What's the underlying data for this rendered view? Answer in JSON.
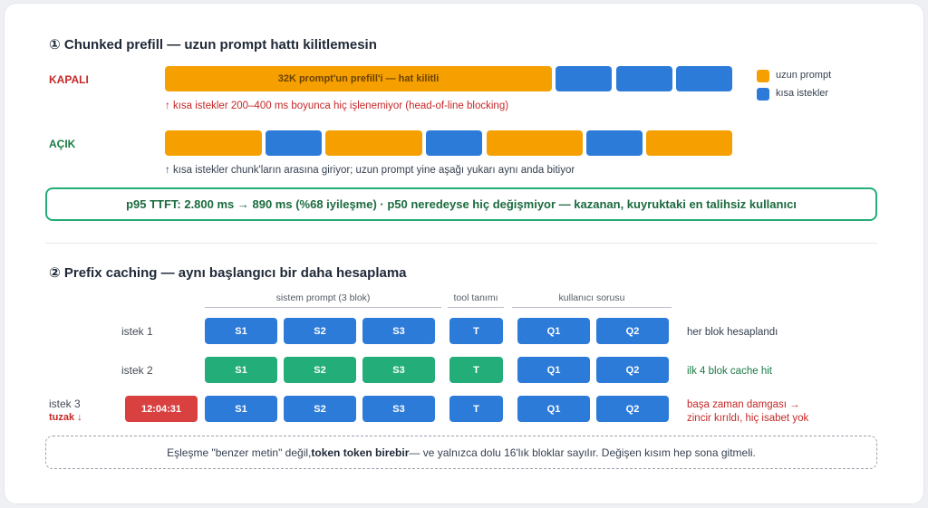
{
  "section1": {
    "title": "① Chunked prefill — uzun prompt hattı kilitlemesin",
    "off": {
      "label": "KAPALI",
      "long_bar_label": "32K prompt'un prefill'i — hat kilitli",
      "note": "↑ kısa istekler 200–400 ms boyunca hiç işlenemiyor (head-of-line blocking)"
    },
    "on": {
      "label": "AÇIK",
      "note": "↑ kısa istekler chunk'ların arasına giriyor; uzun prompt yine aşağı yukarı aynı anda bitiyor"
    },
    "legend": [
      {
        "label": "uzun prompt",
        "color": "#f5a000"
      },
      {
        "label": "kısa istekler",
        "color": "#2d7bd8"
      }
    ],
    "result": "p95 TTFT: 2.800 ms → 890 ms (%68 iyileşme) · p50 neredeyse hiç değişmiyor — kazanan, kuyruktaki en talihsiz kullanıcı"
  },
  "section2": {
    "title": "② Prefix caching — aynı başlangıcı bir daha hesaplama",
    "groups": {
      "system": "sistem prompt (3 blok)",
      "tool": "tool tanımı",
      "user": "kullanıcı sorusu"
    },
    "requests": [
      {
        "label": "istek 1",
        "blocks": [
          "S1",
          "S2",
          "S3",
          "T",
          "Q1",
          "Q2"
        ],
        "note": "her blok hesaplandı"
      },
      {
        "label": "istek 2",
        "blocks": [
          "S1",
          "S2",
          "S3",
          "T",
          "Q1",
          "Q2"
        ],
        "note": "ilk 4 blok cache hit"
      },
      {
        "label": "istek 3",
        "sublabel": "tuzak ↓",
        "timestamp": "12:04:31",
        "blocks": [
          "S1",
          "S2",
          "S3",
          "T",
          "Q1",
          "Q2"
        ],
        "note_line1": "başa zaman damgası →",
        "note_line2": "zincir kırıldı, hiç isabet yok"
      }
    ],
    "footer": {
      "part1": "Eşleşme \"benzer metin\" değil, ",
      "bold": "token token birebir",
      "part2": " — ve yalnızca dolu 16'lık bloklar sayılır. Değişen kısım hep sona gitmeli."
    }
  }
}
